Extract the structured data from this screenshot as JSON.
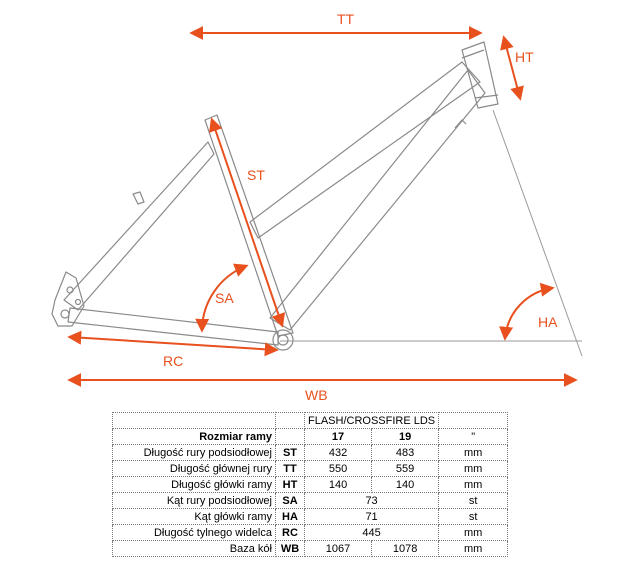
{
  "diagram": {
    "labels": {
      "tt": "TT",
      "ht": "HT",
      "st": "ST",
      "sa": "SA",
      "ha": "HA",
      "rc": "RC",
      "wb": "WB"
    },
    "colors": {
      "frame": "#8a8a8a",
      "dimension": "#e8501e",
      "reference": "#9a9a9a"
    }
  },
  "table": {
    "model": "FLASH/CROSSFIRE LDS",
    "size_row": {
      "label": "Rozmiar ramy",
      "v1": "17",
      "v2": "19",
      "unit": "\""
    },
    "rows": [
      {
        "label": "Długość rury podsiodłowej",
        "abbr": "ST",
        "v1": "432",
        "v2": "483",
        "unit": "mm"
      },
      {
        "label": "Długość głównej rury",
        "abbr": "TT",
        "v1": "550",
        "v2": "559",
        "unit": "mm"
      },
      {
        "label": "Długość główki ramy",
        "abbr": "HT",
        "v1": "140",
        "v2": "140",
        "unit": "mm"
      },
      {
        "label": "Kąt rury podsiodłowej",
        "abbr": "SA",
        "value": "73",
        "unit": "st"
      },
      {
        "label": "Kąt główki ramy",
        "abbr": "HA",
        "value": "71",
        "unit": "st"
      },
      {
        "label": "Długość tylnego widelca",
        "abbr": "RC",
        "value": "445",
        "unit": "mm"
      },
      {
        "label": "Baza kół",
        "abbr": "WB",
        "v1": "1067",
        "v2": "1078",
        "unit": "mm"
      }
    ]
  }
}
